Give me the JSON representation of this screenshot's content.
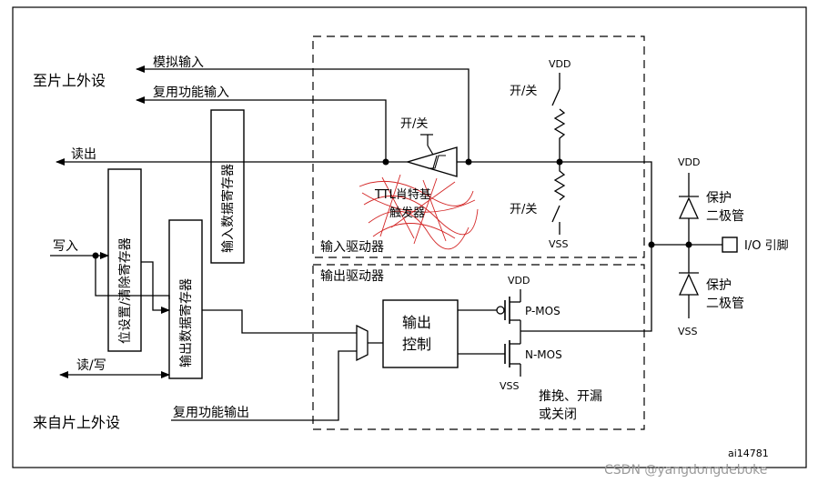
{
  "labels": {
    "to_peripheral": "至片上外设",
    "analog_input": "模拟输入",
    "alt_func_input": "复用功能输入",
    "read_out": "读出",
    "write_in": "写入",
    "read_write": "读/写",
    "from_peripheral": "来自片上外设",
    "alt_func_output": "复用功能输出",
    "input_data_reg": "输入数据寄存器",
    "bit_set_reset_reg": "位设置/清除寄存器",
    "output_data_reg": "输出数据寄存器",
    "switch_top": "开/关",
    "switch_bottom": "开/关",
    "switch_schmitt": "开/关",
    "schmitt_line1": "TTL肖特基",
    "schmitt_line2": "触发器",
    "input_driver": "输入驱动器",
    "output_driver": "输出驱动器",
    "vdd_pullup": "VDD",
    "vss_pulldown": "VSS",
    "vdd_right": "VDD",
    "vss_right": "VSS",
    "vdd_out": "VDD",
    "vss_out": "VSS",
    "protect_top_1": "保护",
    "protect_top_2": "二极管",
    "protect_bottom_1": "保护",
    "protect_bottom_2": "二极管",
    "io_pin": "I/O 引脚",
    "output_control_1": "输出",
    "output_control_2": "控制",
    "pmos": "P-MOS",
    "nmos": "N-MOS",
    "mode_line1": "推挽、开漏",
    "mode_line2": "或关闭",
    "figure_id": "ai14781",
    "watermark": "CSDN @yangdongdeboke"
  },
  "colors": {
    "line": "#000000",
    "scribble": "#cc0000",
    "watermark": "#9a9a9a"
  }
}
